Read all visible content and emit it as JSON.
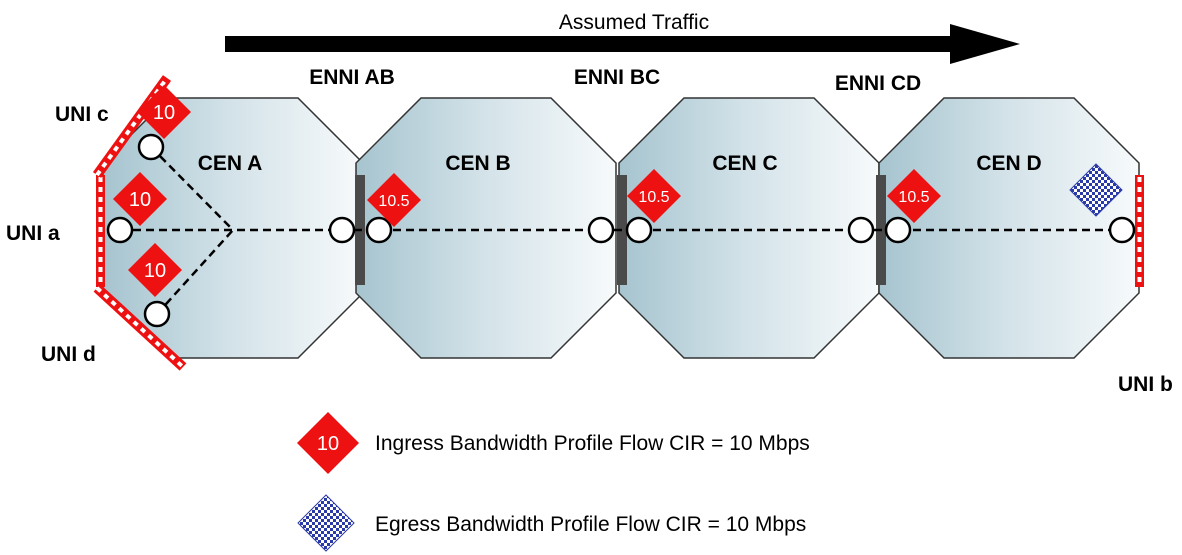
{
  "traffic": {
    "label": "Assumed Traffic"
  },
  "ennis": [
    {
      "label": "ENNI AB"
    },
    {
      "label": "ENNI BC"
    },
    {
      "label": "ENNI CD"
    }
  ],
  "cens": [
    {
      "label": "CEN A"
    },
    {
      "label": "CEN B"
    },
    {
      "label": "CEN C"
    },
    {
      "label": "CEN D"
    }
  ],
  "unis": {
    "a": "UNI a",
    "b": "UNI b",
    "c": "UNI c",
    "d": "UNI d"
  },
  "ingress_markers": [
    {
      "value": "10",
      "location": "UNI c"
    },
    {
      "value": "10",
      "location": "UNI a"
    },
    {
      "value": "10",
      "location": "UNI d"
    },
    {
      "value": "10.5",
      "location": "ENNI AB"
    },
    {
      "value": "10.5",
      "location": "ENNI BC"
    },
    {
      "value": "10.5",
      "location": "ENNI CD"
    }
  ],
  "legend": {
    "ingress_value": "10",
    "ingress_text": "Ingress Bandwidth Profile Flow CIR = 10 Mbps",
    "egress_text": "Egress Bandwidth Profile Flow CIR = 10 Mbps"
  },
  "colors": {
    "ingress": "#ee1111",
    "egress": "#2a3aa8",
    "cen_fill_light": "#eef3f5",
    "cen_fill_dark": "#9fbfcb",
    "enni_bar": "#4a4a4a"
  }
}
